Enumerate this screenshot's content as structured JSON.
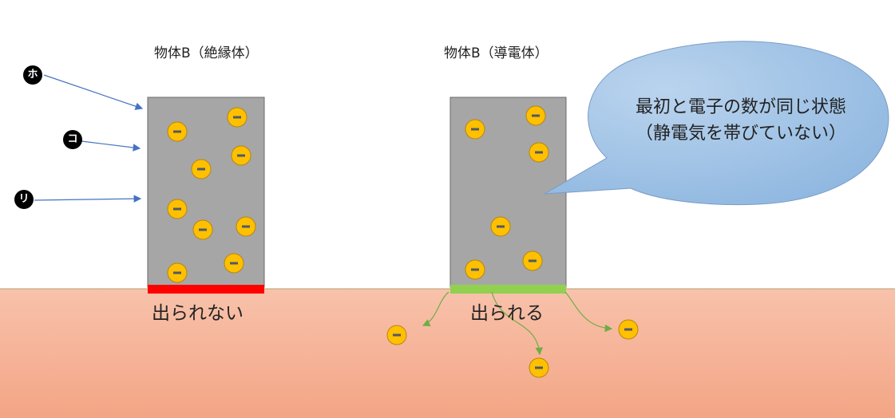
{
  "objects": [
    {
      "title": "物体B（絶縁体）",
      "bottom_label": "出られない",
      "bottom_color": "#ff0000"
    },
    {
      "title": "物体B（導電体）",
      "bottom_label": "出られる",
      "bottom_color": "#92d050"
    }
  ],
  "markers": [
    "ホ",
    "コ",
    "リ"
  ],
  "bubble": {
    "line1": "最初と電子の数が同じ状態",
    "line2": "（静電気を帯びていない）"
  },
  "electron_symbol": "−",
  "colors": {
    "ground": "#f7b49b",
    "object_fill": "#a6a6a6",
    "electron": "#ffc000",
    "bubble": "#9dc3e6",
    "arrow": "#4472c4",
    "electron_path": "#70ad47"
  }
}
